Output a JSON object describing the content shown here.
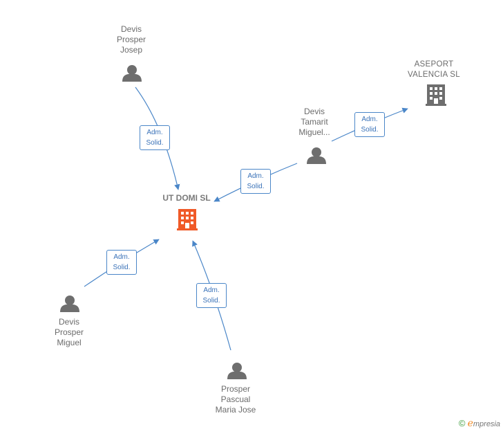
{
  "diagram": {
    "nodes": {
      "center": {
        "label": "UT DOMI  SL",
        "icon": "building-icon",
        "color": "#f05a28"
      },
      "aseport": {
        "label": "ASEPORT\nVALENCIA  SL",
        "icon": "building-icon",
        "color": "#6e6e6e"
      },
      "devis_prosper_josep": {
        "label": "Devis\nProsper\nJosep",
        "icon": "person-icon"
      },
      "devis_tamarit_miguel": {
        "label": "Devis\nTamarit\nMiguel...",
        "icon": "person-icon"
      },
      "devis_prosper_miguel": {
        "label": "Devis\nProsper\nMiguel",
        "icon": "person-icon"
      },
      "prosper_pascual_maria_jose": {
        "label": "Prosper\nPascual\nMaria Jose",
        "icon": "person-icon"
      }
    },
    "edges": [
      {
        "from": "devis_prosper_josep",
        "to": "center",
        "label": "Adm.\nSolid."
      },
      {
        "from": "devis_tamarit_miguel",
        "to": "center",
        "label": "Adm.\nSolid."
      },
      {
        "from": "devis_tamarit_miguel",
        "to": "aseport",
        "label": "Adm.\nSolid."
      },
      {
        "from": "devis_prosper_miguel",
        "to": "center",
        "label": "Adm.\nSolid."
      },
      {
        "from": "prosper_pascual_maria_jose",
        "to": "center",
        "label": "Adm.\nSolid."
      }
    ],
    "colors": {
      "edge": "#4a86c8",
      "person": "#6e6e6e"
    }
  },
  "brand": {
    "copyright": "©",
    "e": "e",
    "name": "mpresia"
  }
}
